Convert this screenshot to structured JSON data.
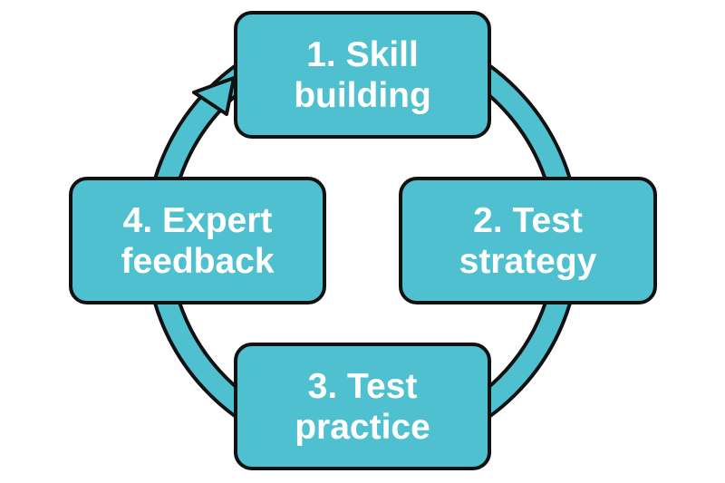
{
  "colors": {
    "box_fill": "#4fc0d0",
    "ring_fill": "#4fc0d0",
    "outline": "#111111",
    "text": "#ffffff"
  },
  "steps": [
    {
      "line1": "1. Skill",
      "line2": "building"
    },
    {
      "line1": "2. Test",
      "line2": "strategy"
    },
    {
      "line1": "3. Test",
      "line2": "practice"
    },
    {
      "line1": "4. Expert",
      "line2": "feedback"
    }
  ],
  "cycle_arrow_icon": "circular-arrow-icon"
}
